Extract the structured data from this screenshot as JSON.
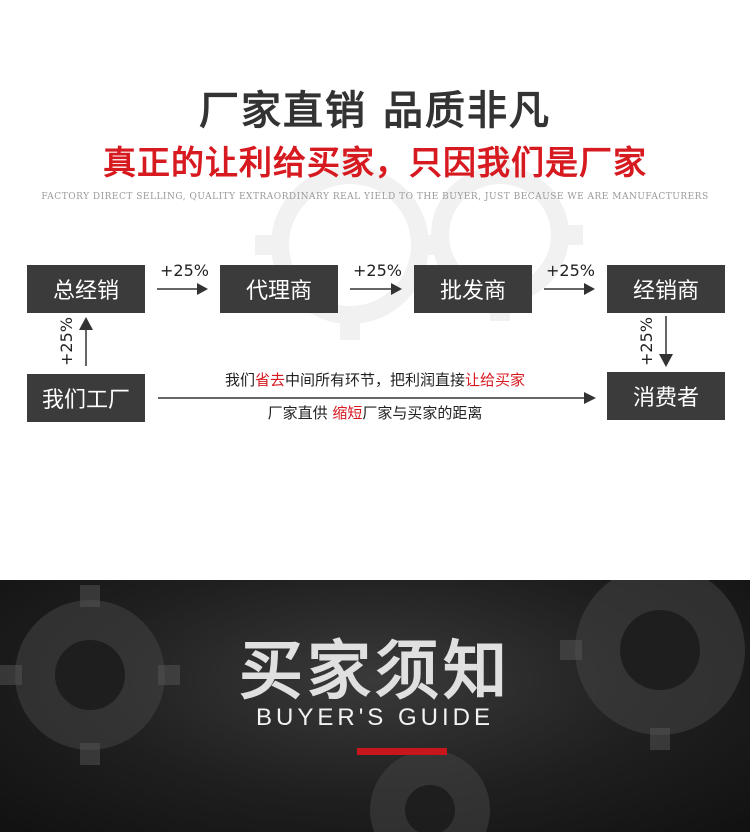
{
  "header": {
    "headline": "厂家直销  品质非凡",
    "subline": "真正的让利给买家，只因我们是厂家",
    "tagline": "FACTORY DIRECT SELLING, QUALITY EXTRAORDINARY REAL YIELD TO THE BUYER, JUST BECAUSE WE ARE MANUFACTURERS"
  },
  "flow": {
    "general_distributor": "总经销",
    "agent": "代理商",
    "wholesaler": "批发商",
    "dealer": "经销商",
    "factory": "我们工厂",
    "consumer": "消费者",
    "markup": "+25%",
    "note_line1": {
      "part1": "我们",
      "red1": "省去",
      "part2": "中间所有环节，把利润直接",
      "red2": "让给买家"
    },
    "note_line2": {
      "part1": "厂家直供 ",
      "red1": "缩短",
      "part2": "厂家与买家的距离"
    }
  },
  "guide": {
    "title": "买家须知",
    "subtitle": "BUYER'S GUIDE"
  },
  "colors": {
    "accent_red": "#d71920",
    "box_bg": "#3b3b3b",
    "bar_red": "#c8161d"
  }
}
